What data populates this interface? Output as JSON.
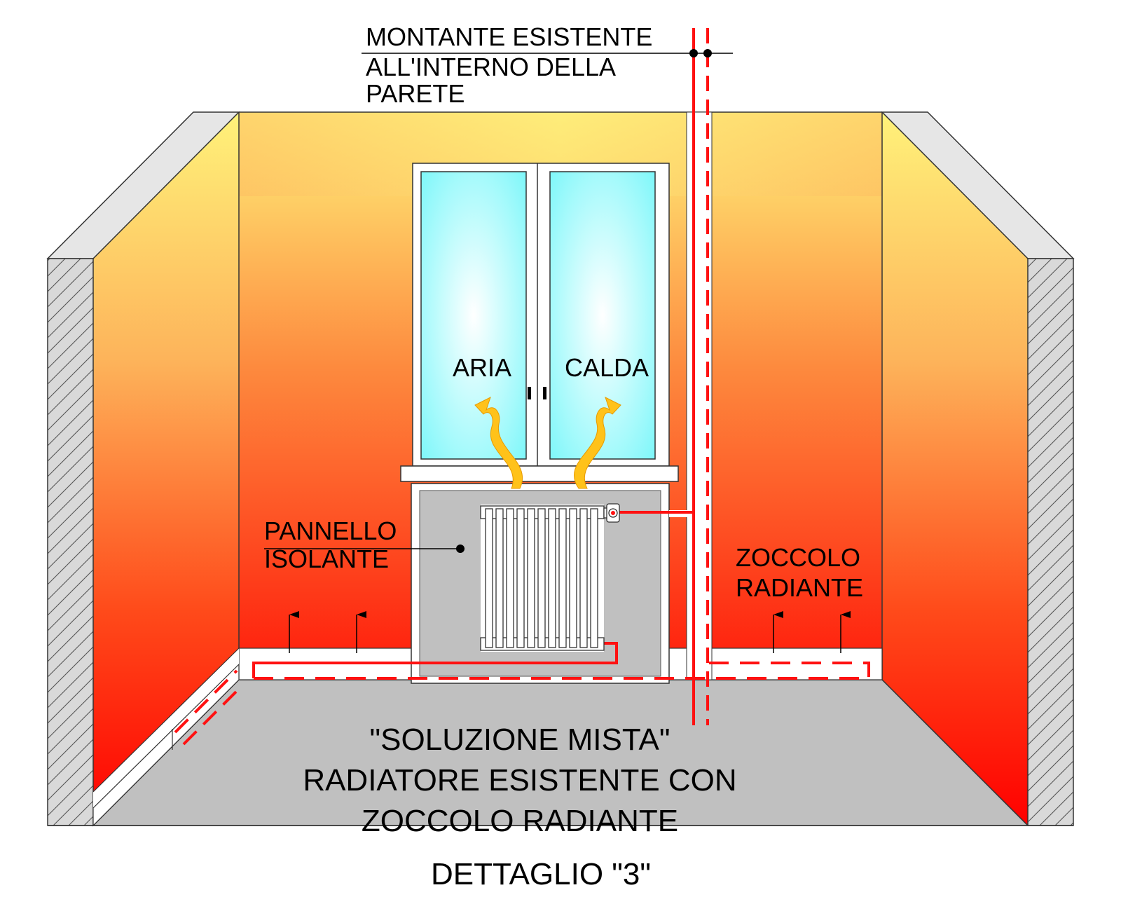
{
  "labels": {
    "riser_line1": "MONTANTE ESISTENTE",
    "riser_line2": "ALL'INTERNO DELLA",
    "riser_line3": "PARETE",
    "warm_air_left": "ARIA",
    "warm_air_right": "CALDA",
    "panel_line1": "PANNELLO",
    "panel_line2": "ISOLANTE",
    "skirting_line1": "ZOCCOLO",
    "skirting_line2": "RADIANTE",
    "caption_line1": "\"SOLUZIONE MISTA\"",
    "caption_line2": "RADIATORE ESISTENTE CON",
    "caption_line3": "ZOCCOLO RADIANTE",
    "detail_title": "DETTAGLIO \"3\""
  },
  "colors": {
    "wall_warm_top": "#fff27a",
    "wall_hot_bottom": "#ff0000",
    "window_glass_center": "#ffffff",
    "window_glass_edge": "#7ff7fa",
    "floor": "#c0c0c0",
    "pipe": "#ff1111",
    "warm_air_arrow": "#ffc21a",
    "wall_section_hatch": "#d9d9d9"
  }
}
